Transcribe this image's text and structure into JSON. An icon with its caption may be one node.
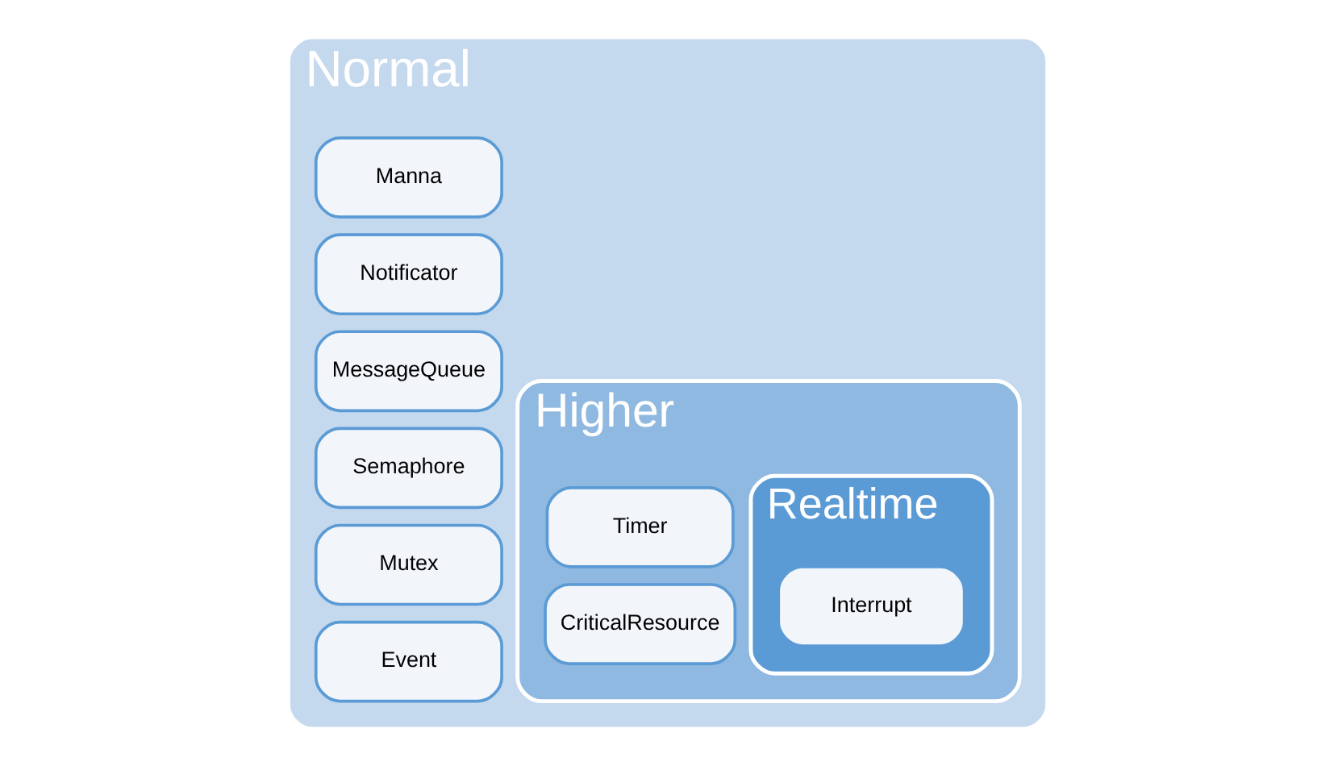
{
  "diagram": {
    "nodes": [
      {
        "text": [
          "Normal"
        ]
      },
      {
        "text": [
          "Event"
        ],
        "in": 0
      },
      {
        "text": [
          "Mutex"
        ],
        "in": 0
      },
      {
        "text": [
          "Semaphore"
        ],
        "in": 0
      },
      {
        "text": [
          "MessageQueue"
        ],
        "in": 0
      },
      {
        "text": [
          "Notificator"
        ],
        "in": 0
      },
      {
        "text": [
          "Manna"
        ],
        "in": 0
      },
      {
        "text": [
          "Higher"
        ],
        "in": 0
      },
      {
        "text": [
          "CriticalResource"
        ],
        "in": 7
      },
      {
        "text": [
          "Timer"
        ],
        "in": 7
      },
      {
        "text": [
          "Realtime"
        ],
        "in": 7
      },
      {
        "text": [
          "Interrupt"
        ],
        "in": 10
      }
    ]
  }
}
